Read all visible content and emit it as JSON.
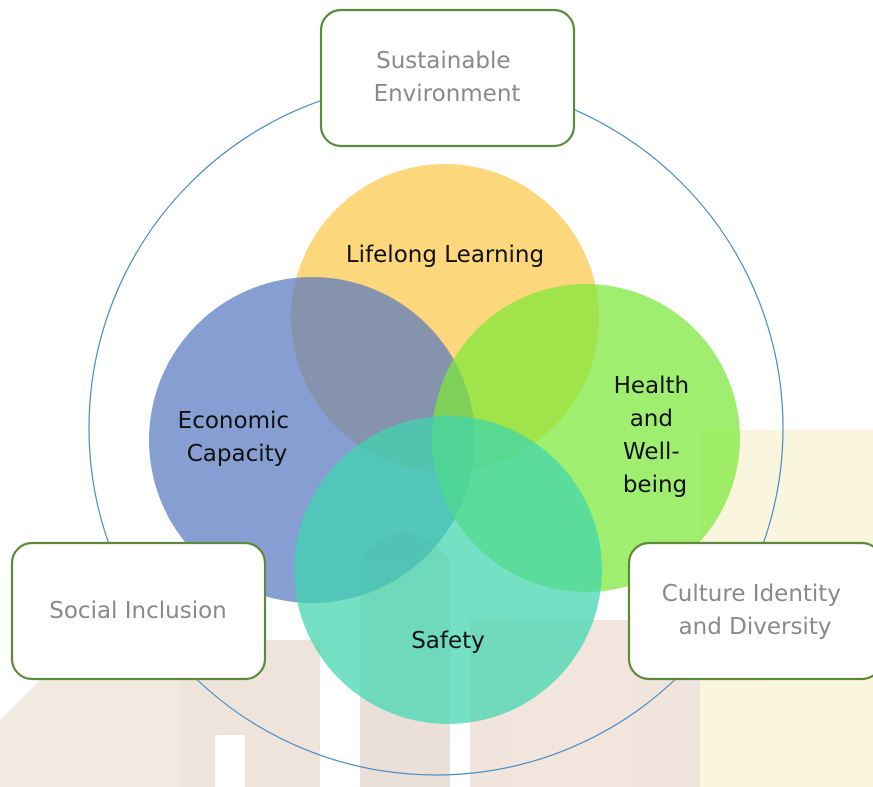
{
  "colors": {
    "outer_ring": "#4a8cc7",
    "box_border": "#5c8a3a",
    "box_fill": "#ffffff",
    "box_text": "#8a8a8a",
    "circle_text": "#111111",
    "lifelong_learning": "#fcc849",
    "economic_capacity": "#5878bf",
    "health_wellbeing": "#7ce838",
    "safety": "#3ed6ae"
  },
  "background": {
    "description_icon": "faded-brick-building-photo"
  },
  "circles": {
    "lifelong_learning": {
      "label_lines": [
        "Lifelong Learning"
      ]
    },
    "economic_capacity": {
      "label_lines": [
        "Economic",
        "Capacity"
      ]
    },
    "health_wellbeing": {
      "label_lines": [
        "Health",
        "and",
        "Well-",
        "being"
      ]
    },
    "safety": {
      "label_lines": [
        "Safety"
      ]
    }
  },
  "boxes": {
    "sustainable_environment": {
      "label_lines": [
        "Sustainable",
        "Environment"
      ]
    },
    "social_inclusion": {
      "label_lines": [
        "Social Inclusion"
      ]
    },
    "culture_identity": {
      "label_lines": [
        "Culture Identity",
        "and Diversity"
      ]
    }
  }
}
